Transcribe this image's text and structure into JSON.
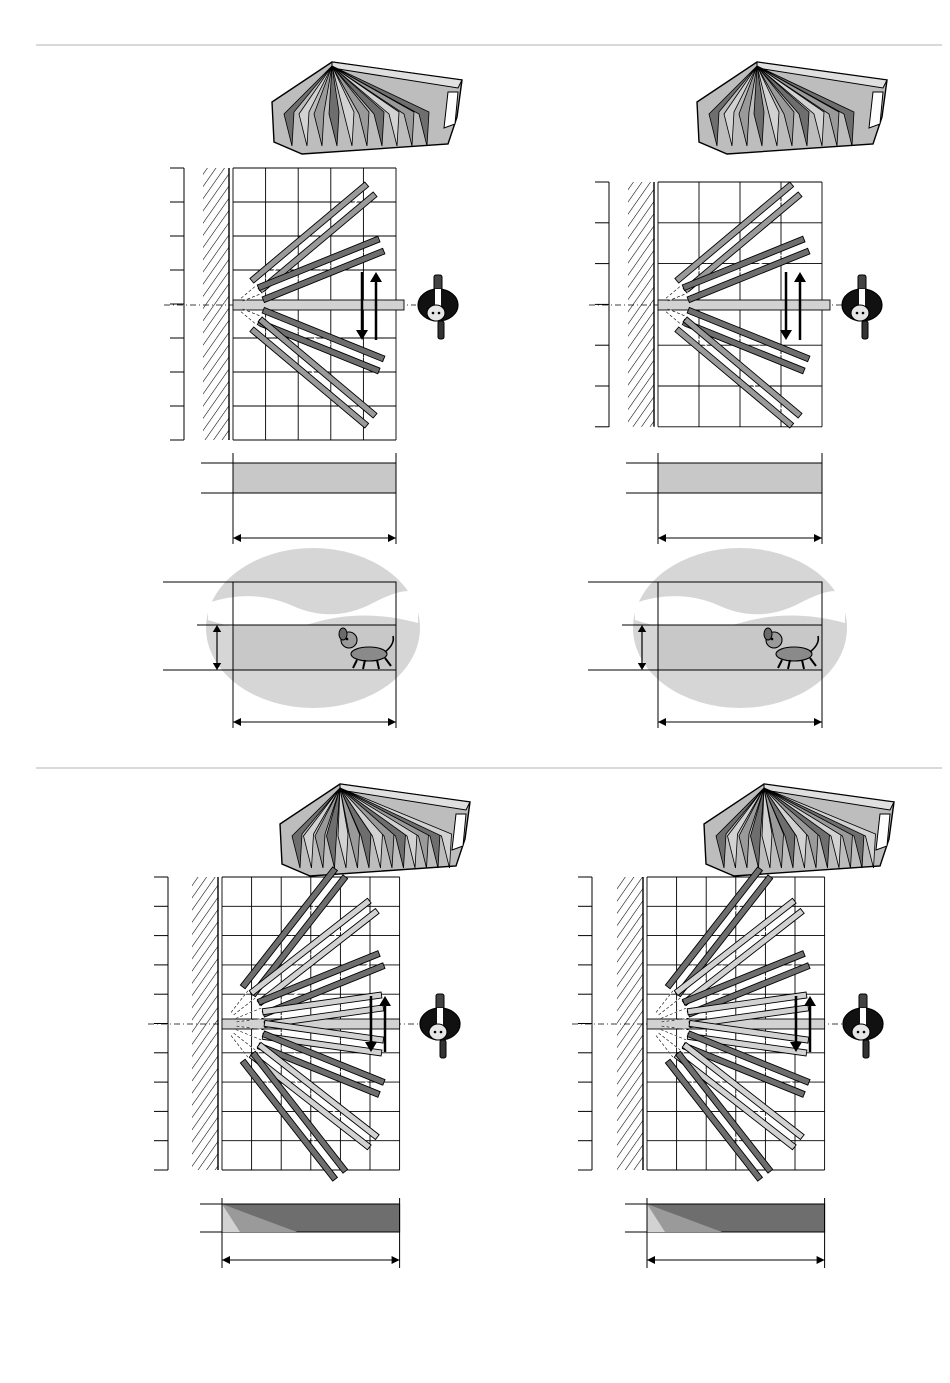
{
  "document": {
    "text_labels": []
  },
  "colors": {
    "beam_dark": "#6e6e6e",
    "beam_mid": "#9a9a9a",
    "beam_light": "#d2d2d2",
    "floor_fill": "#c8c8c8",
    "ellipse_fill": "#d6d6d6",
    "grid": "#000000",
    "hatch": "#000000",
    "person_dark": "#111111",
    "person_light": "#e6e6e6"
  },
  "panels": [
    {
      "id": "top-left",
      "beam_pattern": "narrow",
      "icons": [
        "detector-fan-icon",
        "walking-person-icon",
        "dog-icon"
      ]
    },
    {
      "id": "top-right",
      "beam_pattern": "narrow",
      "icons": [
        "detector-fan-icon",
        "walking-person-icon",
        "dog-icon"
      ]
    },
    {
      "id": "bottom-left",
      "beam_pattern": "wide",
      "icons": [
        "detector-fan-icon",
        "walking-person-icon"
      ]
    },
    {
      "id": "bottom-right",
      "beam_pattern": "wide",
      "icons": [
        "detector-fan-icon",
        "walking-person-icon"
      ]
    }
  ]
}
